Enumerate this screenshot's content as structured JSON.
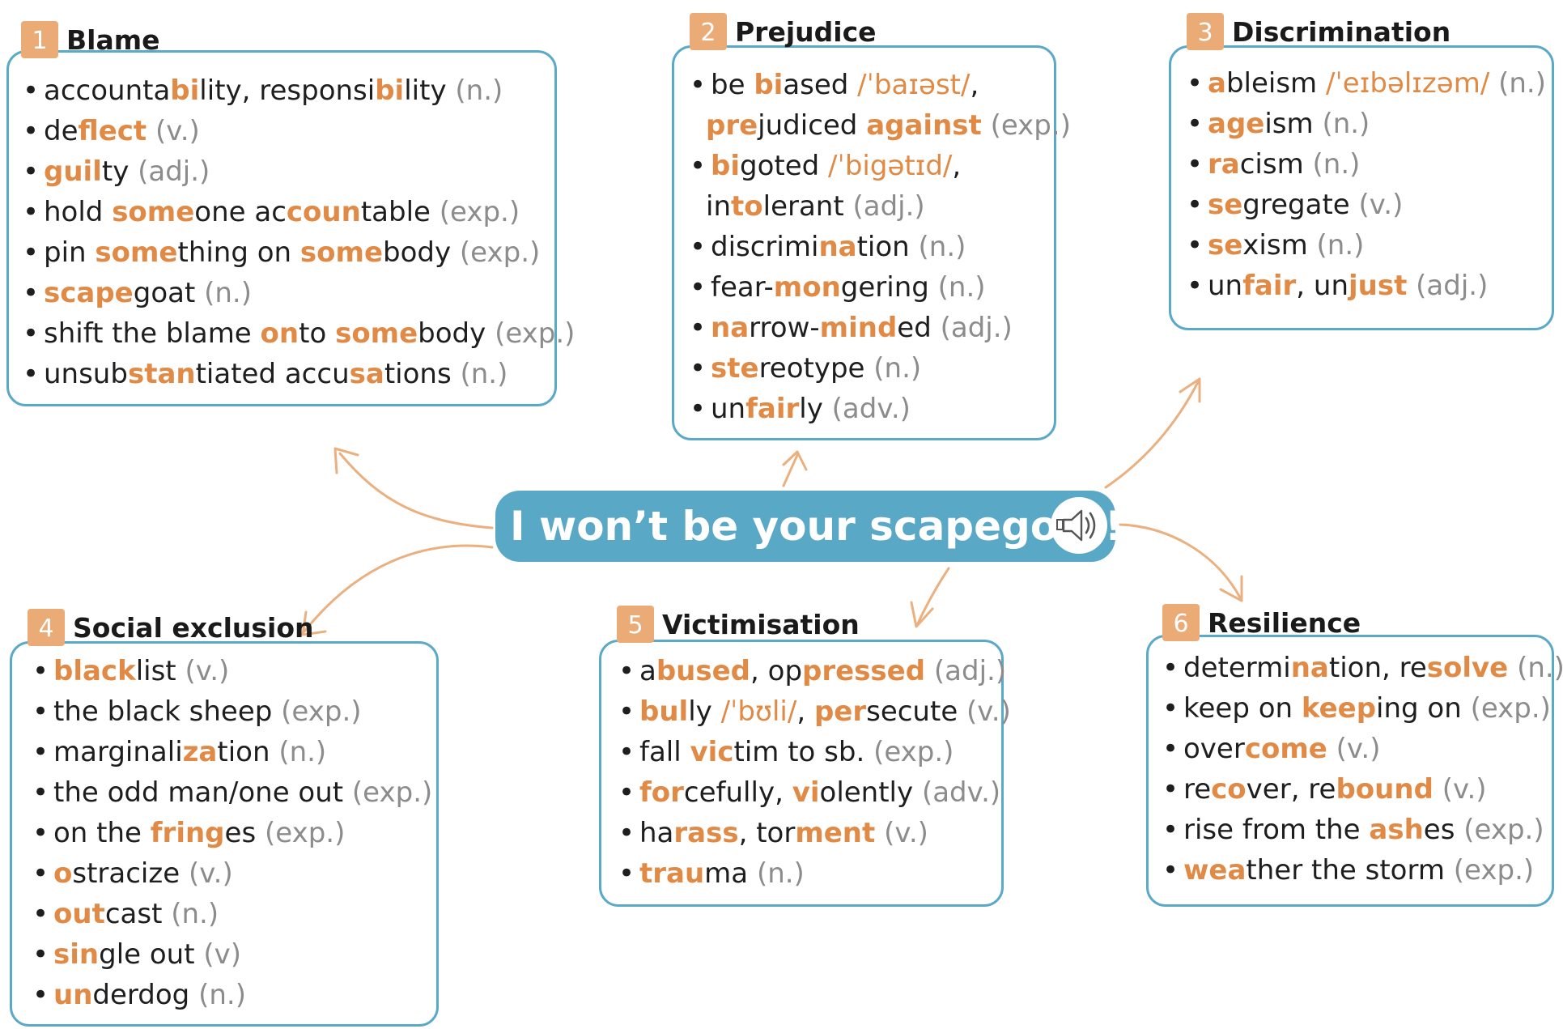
{
  "center": {
    "title": "I won’t be your scapegoat!",
    "audio_icon": "speaker-icon"
  },
  "colors": {
    "accent_orange": "#E08A45",
    "badge_orange": "#EBAB76",
    "border_blue": "#5BA9C8",
    "center_blue": "#58A8C6",
    "part_of_speech_gray": "#8C8C8C"
  },
  "sections": [
    {
      "number": "1",
      "title": "Blame",
      "items": [
        {
          "cont": false,
          "segs": [
            {
              "t": "accounta"
            },
            {
              "h": "bi"
            },
            {
              "t": "lity, responsi"
            },
            {
              "h": "bi"
            },
            {
              "t": "lity "
            },
            {
              "p": "(n.)"
            }
          ]
        },
        {
          "cont": false,
          "segs": [
            {
              "t": "de"
            },
            {
              "h": "flect"
            },
            {
              "t": " "
            },
            {
              "p": "(v.)"
            }
          ]
        },
        {
          "cont": false,
          "segs": [
            {
              "h": "guil"
            },
            {
              "t": "ty "
            },
            {
              "p": "(adj.)"
            }
          ]
        },
        {
          "cont": false,
          "segs": [
            {
              "t": "hold "
            },
            {
              "h": "some"
            },
            {
              "t": "one ac"
            },
            {
              "h": "coun"
            },
            {
              "t": "table "
            },
            {
              "p": "(exp.)"
            }
          ]
        },
        {
          "cont": false,
          "segs": [
            {
              "t": "pin "
            },
            {
              "h": "some"
            },
            {
              "t": "thing on "
            },
            {
              "h": "some"
            },
            {
              "t": "body "
            },
            {
              "p": "(exp.)"
            }
          ]
        },
        {
          "cont": false,
          "segs": [
            {
              "h": "scape"
            },
            {
              "t": "goat "
            },
            {
              "p": "(n.)"
            }
          ]
        },
        {
          "cont": false,
          "segs": [
            {
              "t": "shift the blame "
            },
            {
              "h": "on"
            },
            {
              "t": "to "
            },
            {
              "h": "some"
            },
            {
              "t": "body "
            },
            {
              "p": "(exp.)"
            }
          ]
        },
        {
          "cont": false,
          "segs": [
            {
              "t": "unsub"
            },
            {
              "h": "stan"
            },
            {
              "t": "tiated accu"
            },
            {
              "h": "sa"
            },
            {
              "t": "tions "
            },
            {
              "p": "(n.)"
            }
          ]
        }
      ]
    },
    {
      "number": "2",
      "title": "Prejudice",
      "items": [
        {
          "cont": false,
          "segs": [
            {
              "t": "be "
            },
            {
              "h": "bi"
            },
            {
              "t": "ased "
            },
            {
              "i": "/ˈbaɪəst/"
            },
            {
              "t": ","
            }
          ]
        },
        {
          "cont": true,
          "segs": [
            {
              "h": "pre"
            },
            {
              "t": "judiced "
            },
            {
              "h": "against"
            },
            {
              "t": " "
            },
            {
              "p": "(exp.)"
            }
          ]
        },
        {
          "cont": false,
          "segs": [
            {
              "h": "bi"
            },
            {
              "t": "goted "
            },
            {
              "i": "/ˈbigətɪd/"
            },
            {
              "t": ","
            }
          ]
        },
        {
          "cont": true,
          "segs": [
            {
              "t": "in"
            },
            {
              "h": "to"
            },
            {
              "t": "lerant "
            },
            {
              "p": "(adj.)"
            }
          ]
        },
        {
          "cont": false,
          "segs": [
            {
              "t": "discrimi"
            },
            {
              "h": "na"
            },
            {
              "t": "tion "
            },
            {
              "p": "(n.)"
            }
          ]
        },
        {
          "cont": false,
          "segs": [
            {
              "t": "fear-"
            },
            {
              "h": "mon"
            },
            {
              "t": "gering "
            },
            {
              "p": "(n.)"
            }
          ]
        },
        {
          "cont": false,
          "segs": [
            {
              "h": "na"
            },
            {
              "t": "rrow-"
            },
            {
              "h": "mind"
            },
            {
              "t": "ed "
            },
            {
              "p": "(adj.)"
            }
          ]
        },
        {
          "cont": false,
          "segs": [
            {
              "h": "ste"
            },
            {
              "t": "reotype "
            },
            {
              "p": "(n.)"
            }
          ]
        },
        {
          "cont": false,
          "segs": [
            {
              "t": "un"
            },
            {
              "h": "fair"
            },
            {
              "t": "ly "
            },
            {
              "p": "(adv.)"
            }
          ]
        }
      ]
    },
    {
      "number": "3",
      "title": "Discrimination",
      "items": [
        {
          "cont": false,
          "segs": [
            {
              "h": "a"
            },
            {
              "t": "bleism "
            },
            {
              "i": "/ˈeɪbəlɪzəm/"
            },
            {
              "t": " "
            },
            {
              "p": "(n.)"
            }
          ]
        },
        {
          "cont": false,
          "segs": [
            {
              "h": "age"
            },
            {
              "t": "ism "
            },
            {
              "p": "(n.)"
            }
          ]
        },
        {
          "cont": false,
          "segs": [
            {
              "h": "ra"
            },
            {
              "t": "cism "
            },
            {
              "p": "(n.)"
            }
          ]
        },
        {
          "cont": false,
          "segs": [
            {
              "h": "se"
            },
            {
              "t": "gregate "
            },
            {
              "p": "(v.)"
            }
          ]
        },
        {
          "cont": false,
          "segs": [
            {
              "h": "se"
            },
            {
              "t": "xism "
            },
            {
              "p": "(n.)"
            }
          ]
        },
        {
          "cont": false,
          "segs": [
            {
              "t": "un"
            },
            {
              "h": "fair"
            },
            {
              "t": ", un"
            },
            {
              "h": "just"
            },
            {
              "t": " "
            },
            {
              "p": "(adj.)"
            }
          ]
        }
      ]
    },
    {
      "number": "4",
      "title": "Social exclusion",
      "items": [
        {
          "cont": false,
          "segs": [
            {
              "h": "black"
            },
            {
              "t": "list "
            },
            {
              "p": "(v.)"
            }
          ]
        },
        {
          "cont": false,
          "segs": [
            {
              "t": "the black sheep "
            },
            {
              "p": "(exp.)"
            }
          ]
        },
        {
          "cont": false,
          "segs": [
            {
              "t": "marginali"
            },
            {
              "h": "za"
            },
            {
              "t": "tion "
            },
            {
              "p": "(n.)"
            }
          ]
        },
        {
          "cont": false,
          "segs": [
            {
              "t": "the odd man/one out "
            },
            {
              "p": "(exp.)"
            }
          ]
        },
        {
          "cont": false,
          "segs": [
            {
              "t": "on the "
            },
            {
              "h": "fring"
            },
            {
              "t": "es "
            },
            {
              "p": "(exp.)"
            }
          ]
        },
        {
          "cont": false,
          "segs": [
            {
              "h": "o"
            },
            {
              "t": "stracize "
            },
            {
              "p": "(v.)"
            }
          ]
        },
        {
          "cont": false,
          "segs": [
            {
              "h": "out"
            },
            {
              "t": "cast "
            },
            {
              "p": "(n.)"
            }
          ]
        },
        {
          "cont": false,
          "segs": [
            {
              "h": "sin"
            },
            {
              "t": "gle out "
            },
            {
              "p": "(v)"
            }
          ]
        },
        {
          "cont": false,
          "segs": [
            {
              "h": "un"
            },
            {
              "t": "derdog "
            },
            {
              "p": "(n.)"
            }
          ]
        }
      ]
    },
    {
      "number": "5",
      "title": "Victimisation",
      "items": [
        {
          "cont": false,
          "segs": [
            {
              "t": "a"
            },
            {
              "h": "bused"
            },
            {
              "t": ", op"
            },
            {
              "h": "pressed"
            },
            {
              "t": " "
            },
            {
              "p": "(adj.)"
            }
          ]
        },
        {
          "cont": false,
          "segs": [
            {
              "h": "bul"
            },
            {
              "t": "ly "
            },
            {
              "i": "/ˈbʊli/"
            },
            {
              "t": ", "
            },
            {
              "h": "per"
            },
            {
              "t": "secute "
            },
            {
              "p": "(v.)"
            }
          ]
        },
        {
          "cont": false,
          "segs": [
            {
              "t": "fall "
            },
            {
              "h": "vic"
            },
            {
              "t": "tim to sb. "
            },
            {
              "p": "(exp.)"
            }
          ]
        },
        {
          "cont": false,
          "segs": [
            {
              "h": "for"
            },
            {
              "t": "cefully, "
            },
            {
              "h": "vi"
            },
            {
              "t": "olently "
            },
            {
              "p": "(adv.)"
            }
          ]
        },
        {
          "cont": false,
          "segs": [
            {
              "t": "ha"
            },
            {
              "h": "rass"
            },
            {
              "t": ", tor"
            },
            {
              "h": "ment"
            },
            {
              "t": " "
            },
            {
              "p": "(v.)"
            }
          ]
        },
        {
          "cont": false,
          "segs": [
            {
              "h": "trau"
            },
            {
              "t": "ma "
            },
            {
              "p": "(n.)"
            }
          ]
        }
      ]
    },
    {
      "number": "6",
      "title": "Resilience",
      "items": [
        {
          "cont": false,
          "segs": [
            {
              "t": "determi"
            },
            {
              "h": "na"
            },
            {
              "t": "tion, re"
            },
            {
              "h": "solve"
            },
            {
              "t": " "
            },
            {
              "p": "(n.)"
            }
          ]
        },
        {
          "cont": false,
          "segs": [
            {
              "t": "keep on "
            },
            {
              "h": "keep"
            },
            {
              "t": "ing on "
            },
            {
              "p": "(exp.)"
            }
          ]
        },
        {
          "cont": false,
          "segs": [
            {
              "t": "over"
            },
            {
              "h": "come"
            },
            {
              "t": " "
            },
            {
              "p": "(v.)"
            }
          ]
        },
        {
          "cont": false,
          "segs": [
            {
              "t": "re"
            },
            {
              "h": "co"
            },
            {
              "t": "ver, re"
            },
            {
              "h": "bound"
            },
            {
              "t": " "
            },
            {
              "p": "(v.)"
            }
          ]
        },
        {
          "cont": false,
          "segs": [
            {
              "t": "rise from the "
            },
            {
              "h": "ash"
            },
            {
              "t": "es "
            },
            {
              "p": "(exp.)"
            }
          ]
        },
        {
          "cont": false,
          "segs": [
            {
              "h": "wea"
            },
            {
              "t": "ther the storm "
            },
            {
              "p": "(exp.)"
            }
          ]
        }
      ]
    }
  ]
}
